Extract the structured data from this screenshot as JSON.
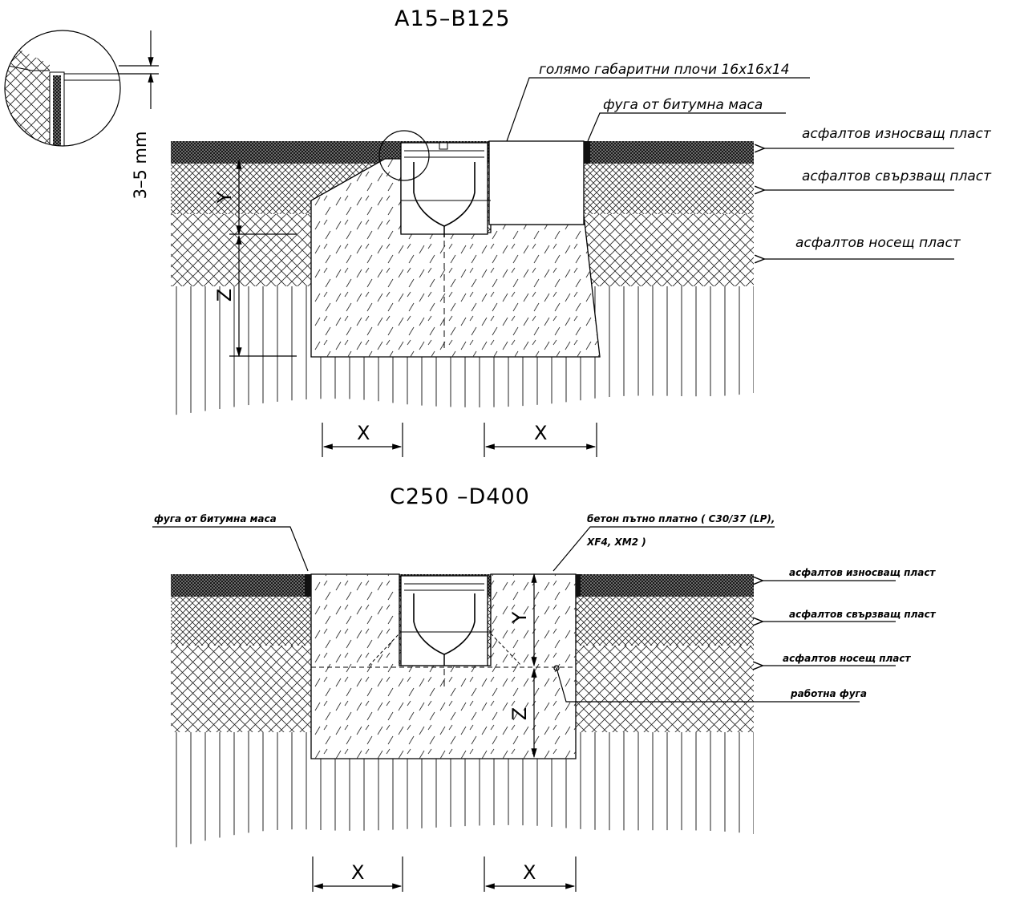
{
  "section_a": {
    "title": "A15–B125",
    "labels": {
      "large_slabs": "голямо габаритни плочи 16х16х14",
      "bitumen_joint": "фуга от битумна маса",
      "wearing_layer": "асфалтов износващ пласт",
      "binder_layer": "асфалтов свързващ пласт",
      "base_layer": "асфалтов носещ пласт"
    },
    "detail_dimension": "3–5 mm",
    "dims": {
      "y": "Y",
      "z": "Z",
      "x_left": "X",
      "x_right": "X"
    }
  },
  "section_b": {
    "title": "C250 –D400",
    "labels": {
      "bitumen_joint": "фуга от битумна маса",
      "concrete_line1": "бетон пътно платно  ( C30/37 (LP),",
      "concrete_line2": "XF4,  XM2 )",
      "wearing_layer": "асфалтов износващ пласт",
      "binder_layer": "асфалтов свързващ пласт",
      "base_layer": "асфалтов носещ пласт",
      "construction_joint": "работна фуга"
    },
    "dims": {
      "y": "Y",
      "z": "Z",
      "x_left": "X",
      "x_right": "X"
    }
  }
}
